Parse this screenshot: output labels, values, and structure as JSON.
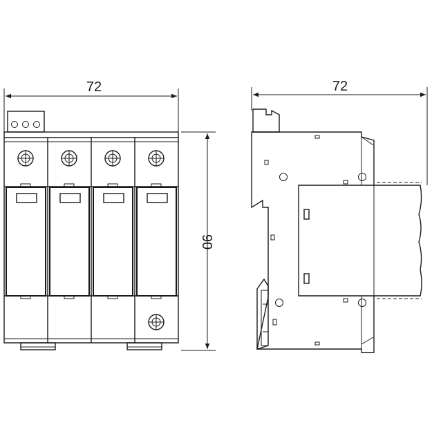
{
  "front_view": {
    "width_label": "72",
    "height_label": "90"
  },
  "side_view": {
    "width_label": "72"
  },
  "colors": {
    "line": "#1a1a1a",
    "background": "#ffffff"
  }
}
